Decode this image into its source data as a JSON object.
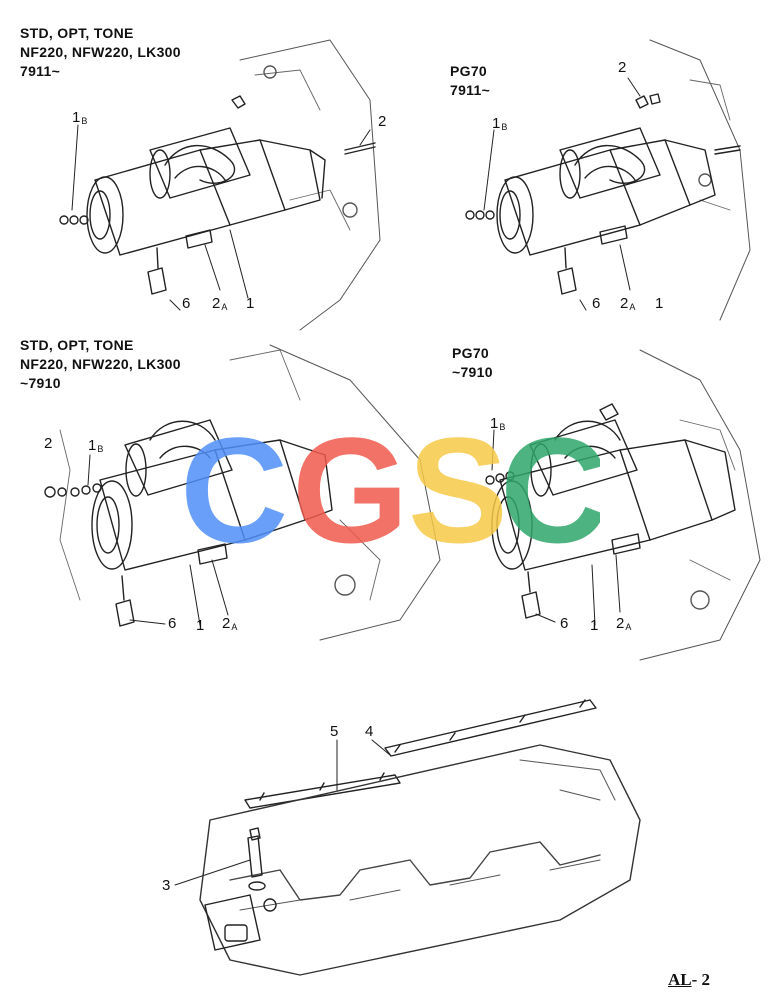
{
  "panels": {
    "top_left": {
      "line1": "STD, OPT, TONE",
      "line2": "NF220, NFW220, LK300",
      "line3": "7911~"
    },
    "top_right": {
      "line1": "PG70",
      "line2": "7911~"
    },
    "bottom_left": {
      "line1": "STD, OPT, TONE",
      "line2": "NF220, NFW220, LK300",
      "line3": "~7910"
    },
    "bottom_right": {
      "line1": "PG70",
      "line2": "~7910"
    }
  },
  "callouts": {
    "n1": "1",
    "n1b": "1",
    "sub_b": "B",
    "n2": "2",
    "n2a": "2",
    "sub_a": "A",
    "n3": "3",
    "n4": "4",
    "n5": "5",
    "n6": "6"
  },
  "watermark": {
    "letters": [
      "C",
      "G",
      "S",
      "C"
    ],
    "colors": [
      "#4f8ff7",
      "#f05a4e",
      "#f7c948",
      "#2fa66a"
    ]
  },
  "page_number": {
    "prefix": "AL",
    "suffix": "- 2"
  }
}
